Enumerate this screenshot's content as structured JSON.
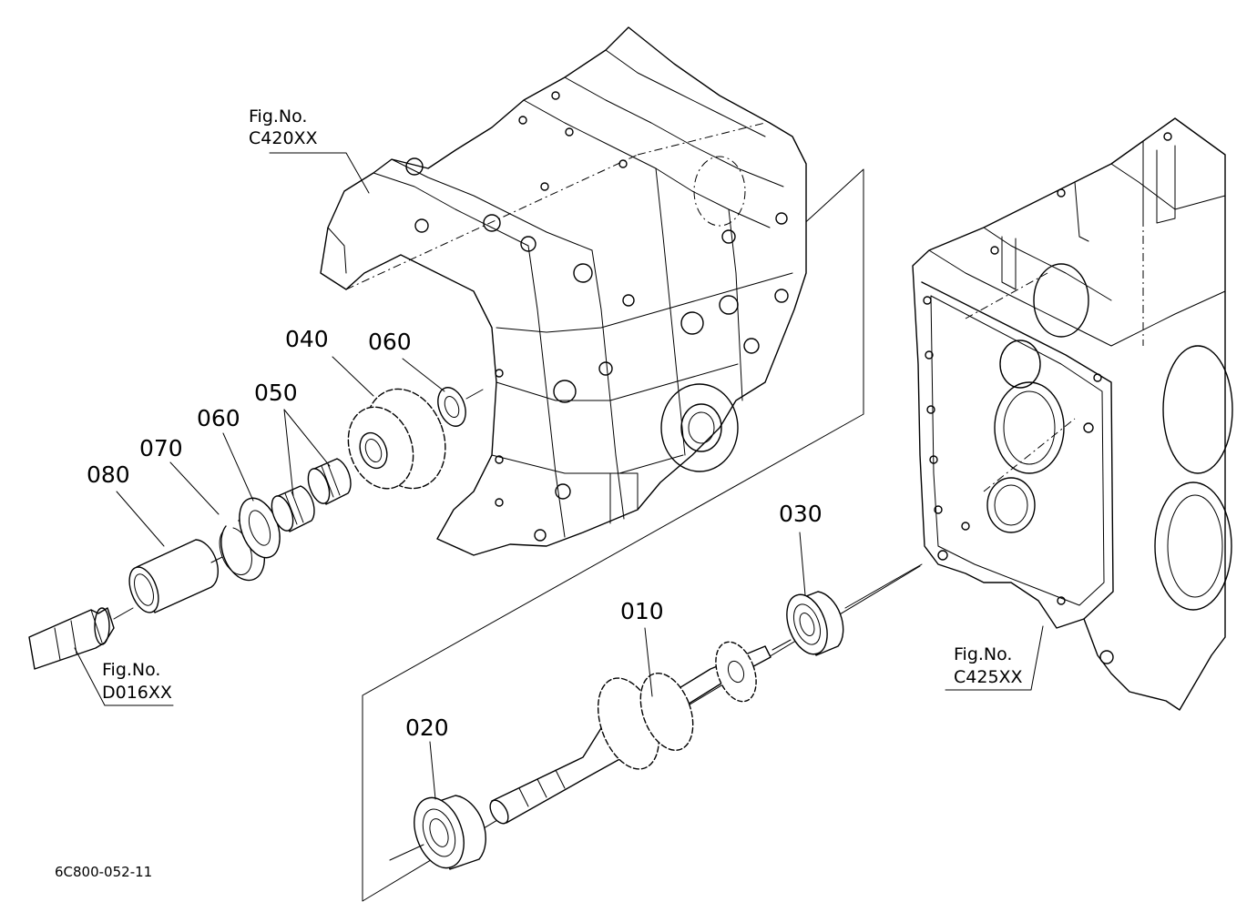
{
  "figure_refs": [
    {
      "id": "c420",
      "prefix": "Fig.No.",
      "code": "C420XX"
    },
    {
      "id": "d016",
      "prefix": "Fig.No.",
      "code": "D016XX"
    },
    {
      "id": "c425",
      "prefix": "Fig.No.",
      "code": "C425XX"
    }
  ],
  "part_labels": {
    "p010": "010",
    "p020": "020",
    "p030": "030",
    "p040": "040",
    "p050": "050",
    "p060_a": "060",
    "p060_b": "060",
    "p070": "070",
    "p080": "080"
  },
  "diagram_code": "6C800-052-11"
}
